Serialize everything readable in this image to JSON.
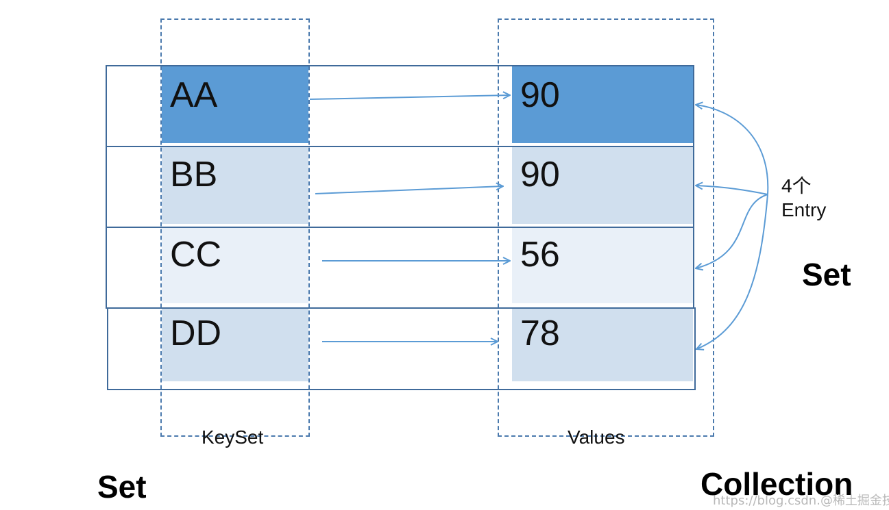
{
  "diagram": {
    "keyset_label": "KeySet",
    "values_label": "Values",
    "left_title": "Set",
    "right_title": "Collection",
    "side_set_label": "Set",
    "entry_count_label": "4个",
    "entry_label": "Entry",
    "rows": [
      {
        "key": "AA",
        "value": "90",
        "fill": "#5b9bd5"
      },
      {
        "key": "BB",
        "value": "90",
        "fill": "#d0dfee"
      },
      {
        "key": "CC",
        "value": "56",
        "fill": "#e9f0f8"
      },
      {
        "key": "DD",
        "value": "78",
        "fill": "#d0dfee"
      }
    ],
    "colors": {
      "arrow": "#5b9bd5",
      "frame": "#3f6a9a",
      "dashed": "#4a79ad"
    }
  },
  "watermark": "https://blog.csdn.@稀土掘金技术社区"
}
